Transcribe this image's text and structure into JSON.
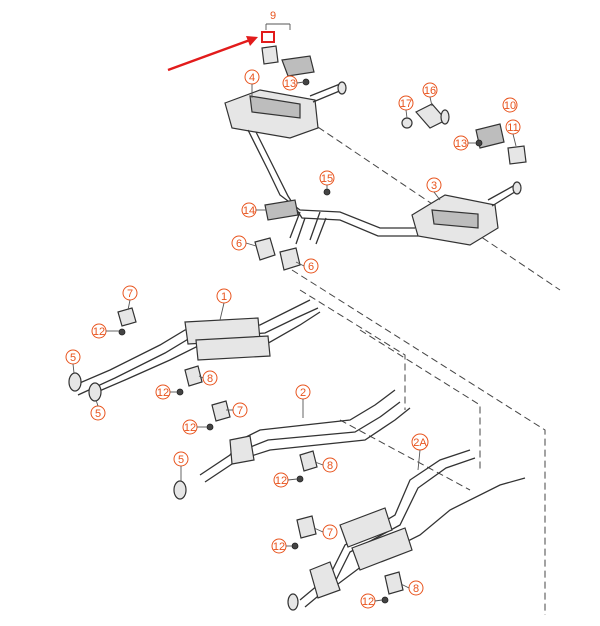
{
  "callouts": {
    "c9": "9",
    "c13a": "13",
    "c4": "4",
    "c17": "17",
    "c16": "16",
    "c10": "10",
    "c11": "11",
    "c13b": "13",
    "c15": "15",
    "c3": "3",
    "c14": "14",
    "c6a": "6",
    "c6b": "6",
    "c7a": "7",
    "c1": "1",
    "c12a": "12",
    "c5a": "5",
    "c5b": "5",
    "c12b": "12",
    "c8a": "8",
    "c2": "2",
    "c7b": "7",
    "c12c": "12",
    "c5c": "5",
    "c8b": "8",
    "c12d": "12",
    "c2A": "2A",
    "c7c": "7",
    "c12e": "12",
    "c8c": "8",
    "c12f": "12"
  },
  "colors": {
    "callout": "#e8541e",
    "arrow": "#e21b1b",
    "highlight_box": "#e21b1b"
  },
  "highlight": {
    "target_part": "9",
    "indicator": "red-arrow"
  }
}
